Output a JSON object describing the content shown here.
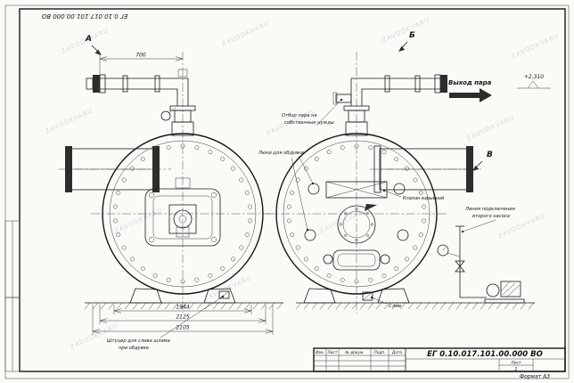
{
  "sheet": {
    "doc_number": "ЕГ 0.10.017.101.00.000 ВО",
    "watermark": "ZAVODKVARU",
    "format_label": "Формат А3"
  },
  "title_block": {
    "doc_number": "ЕГ 0.10.017.101.00.000  ВО",
    "col_izm": "Изм.",
    "col_list": "Лист",
    "col_doc": "№ докум.",
    "col_sign": "Подп.",
    "col_date": "Дата",
    "sheet_label": "Лист",
    "sheet_value": "1"
  },
  "views": {
    "a_label": "А",
    "b_label": "Б",
    "v_label": "В"
  },
  "dimensions": {
    "pipe_offset": "700",
    "width_inner": "1944",
    "width_mid": "2125",
    "width_overall": "2105"
  },
  "annotations": {
    "steam_outlet": "Выход пара",
    "elevation_mark": "+2,310",
    "own_needs_line1": "Отбор пара на",
    "own_needs_line2": "собственные нужды",
    "blow_hatches": "Люки для обдувки",
    "explosion_valve": "Клапан взрывной",
    "pump_line1": "Линия подключения",
    "pump_line2": "второго насоса",
    "drain": "Слив",
    "sludge_line1": "Штуцер для слива шлама",
    "sludge_line2": "при обдувке"
  }
}
